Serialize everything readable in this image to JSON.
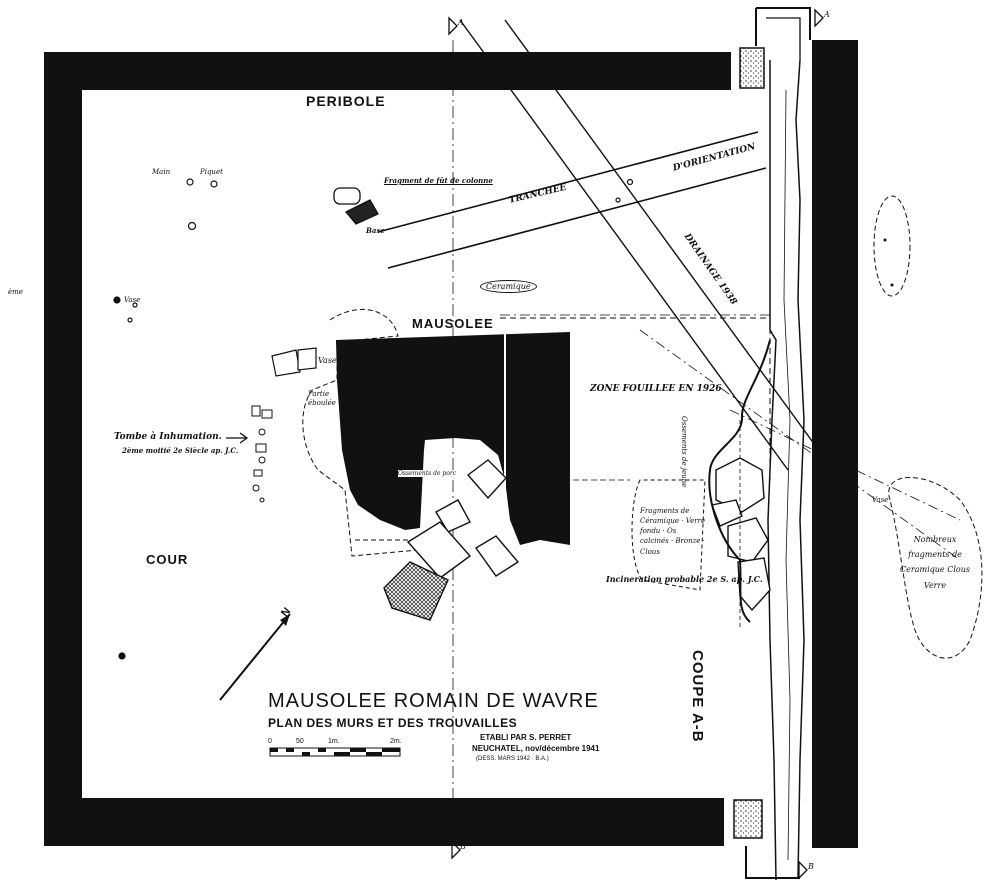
{
  "areas": {
    "peribole": "PERIBOLE",
    "mausolee": "MAUSOLEE",
    "cour": "COUR",
    "zone_fouillee": "ZONE FOUILLEE EN 1926",
    "tranchee": "TRANCHEE",
    "orientation": "D'ORIENTATION",
    "drainage": "DRAINAGE 1938",
    "coupe": "COUPE A-B"
  },
  "annotations": {
    "main": "Main",
    "piquet": "Piquet",
    "fragment_colonne": "Fragment de fût de colonne",
    "base": "Base",
    "ceramique": "Ceramique",
    "vase_left": "Vase",
    "vase_mid": "Vase",
    "partie_eboulee": "Partie éboulée",
    "tombe_line1": "Tombe à Inhumation.",
    "tombe_line2": "2ème moitié 2e Siècle ap. J.C.",
    "ossements_centre": "Ossements de porc",
    "ossements_jeune": "Ossements de jeune",
    "fragments_ceramique": "Fragments de Céramique · Verre fondu · Os calcinés · Bronze · Clous",
    "incineration": "Incineration probable 2e S. ap. J.C.",
    "vase_right": "Vase",
    "nombreux_fragments": "Nombreux fragments de Ceramique Clous Verre",
    "left_margin": "ème"
  },
  "section_markers": {
    "a_top_left": "A",
    "a_top_right": "A",
    "b_bottom_left": "B",
    "b_bottom_right": "B"
  },
  "north_label": "N",
  "title_block": {
    "title": "MAUSOLEE ROMAIN DE WAVRE",
    "subtitle": "PLAN DES MURS ET DES TROUVAILLES",
    "author_line1": "ETABLI PAR S. PERRET",
    "author_line2": "NEUCHATEL, nov/décembre 1941",
    "author_line3": "(DESS. MARS 1942 · B.A.)"
  },
  "scale_bar": {
    "ticks": [
      "0",
      "50",
      "1m.",
      "2m."
    ]
  },
  "colors": {
    "ink": "#111111",
    "paper": "#ffffff",
    "hatch": "#555555"
  }
}
